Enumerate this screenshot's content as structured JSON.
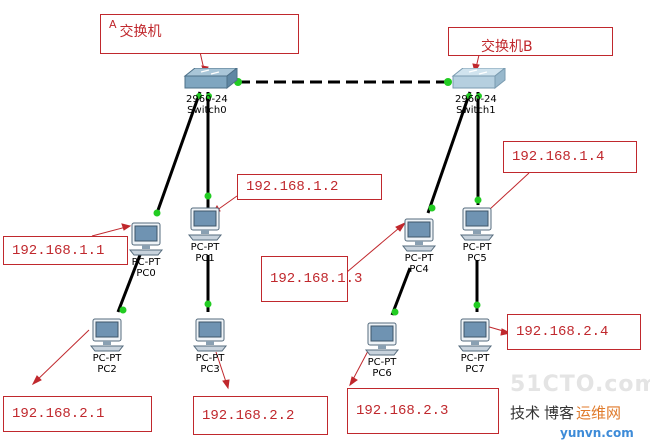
{
  "switches": [
    {
      "id": "sw0",
      "model": "2960-24",
      "name": "Switch0"
    },
    {
      "id": "sw1",
      "model": "2960-24",
      "name": "Switch1"
    }
  ],
  "pcs": [
    {
      "id": "pc0",
      "type": "PC-PT",
      "name": "PC0"
    },
    {
      "id": "pc1",
      "type": "PC-PT",
      "name": "PC1"
    },
    {
      "id": "pc2",
      "type": "PC-PT",
      "name": "PC2"
    },
    {
      "id": "pc3",
      "type": "PC-PT",
      "name": "PC3"
    },
    {
      "id": "pc4",
      "type": "PC-PT",
      "name": "PC4"
    },
    {
      "id": "pc5",
      "type": "PC-PT",
      "name": "PC5"
    },
    {
      "id": "pc6",
      "type": "PC-PT",
      "name": "PC6"
    },
    {
      "id": "pc7",
      "type": "PC-PT",
      "name": "PC7"
    }
  ],
  "callouts": {
    "switch_a": {
      "prefix": "A",
      "text": "交换机"
    },
    "switch_b": {
      "text": "交换机B"
    },
    "pc0_ip": "192.168.1.1",
    "pc1_ip": "192.168.1.2",
    "pc4_ip": "192.168.1.3",
    "pc5_ip": "192.168.1.4",
    "pc2_ip": "192.168.2.1",
    "pc3_ip": "192.168.2.2",
    "pc6_ip": "192.168.2.3",
    "pc7_ip": "192.168.2.4"
  },
  "watermark": {
    "line1": "51CTO.com",
    "line2a": "技术",
    "line2b": "博客",
    "line2c": "运维网",
    "line3": "yunvn.com"
  },
  "colors": {
    "link": "#000000",
    "port": "#22cc22",
    "callout": "#c0282d"
  }
}
